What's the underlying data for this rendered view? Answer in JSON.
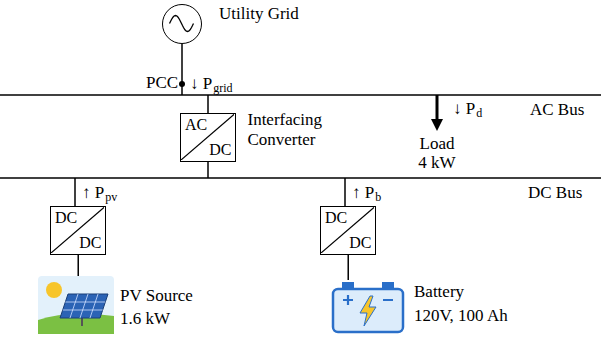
{
  "diagram": {
    "nodes": [
      {
        "text": [
          "Utility Grid"
        ]
      },
      {
        "text": [
          "AC",
          "DC",
          "Interfacing Converter"
        ]
      },
      {
        "text": [
          "DC",
          "DC"
        ]
      },
      {
        "text": [
          "DC",
          "DC"
        ]
      },
      {
        "text": [
          "PV Source",
          "1.6 kW"
        ]
      },
      {
        "text": [
          "Battery",
          "120V, 100 Ah"
        ]
      }
    ],
    "edges": [
      {
        "from": 4,
        "to": 2,
        "arrow": "none"
      },
      {
        "from": 5,
        "to": 3,
        "arrow": "none"
      }
    ],
    "labels": [
      "PCC",
      "↓ P",
      "grid",
      "AC Bus",
      "↓ P",
      "d",
      "Load",
      "4 kW",
      "DC Bus",
      "↑ P",
      "pv",
      "↑ P",
      "b"
    ]
  }
}
